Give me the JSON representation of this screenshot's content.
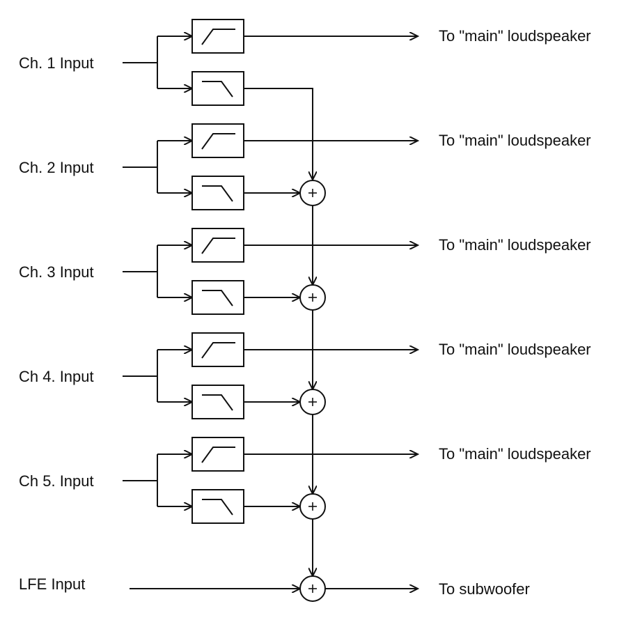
{
  "inputs": [
    {
      "label": "Ch. 1 Input",
      "output_label": "To \"main\" loudspeaker"
    },
    {
      "label": "Ch. 2 Input",
      "output_label": "To \"main\" loudspeaker"
    },
    {
      "label": "Ch. 3 Input",
      "output_label": "To \"main\" loudspeaker"
    },
    {
      "label": "Ch 4. Input",
      "output_label": "To \"main\" loudspeaker"
    },
    {
      "label": "Ch 5. Input",
      "output_label": "To \"main\" loudspeaker"
    }
  ],
  "lfe": {
    "label": "LFE Input",
    "output_label": "To subwoofer"
  },
  "summer_symbol": "+",
  "filters": {
    "high_pass_icon": "high-pass-filter-icon",
    "low_pass_icon": "low-pass-filter-icon"
  }
}
